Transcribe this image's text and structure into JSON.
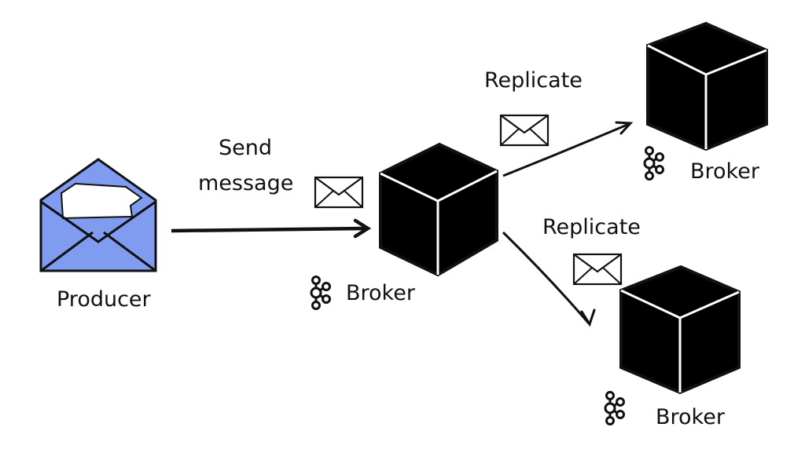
{
  "diagram": {
    "producer": {
      "label": "Producer"
    },
    "send_label_line1": "Send",
    "send_label_line2": "message",
    "replicate_label_top": "Replicate",
    "replicate_label_bottom": "Replicate",
    "brokers": [
      {
        "label": "Broker"
      },
      {
        "label": "Broker"
      },
      {
        "label": "Broker"
      }
    ]
  },
  "colors": {
    "envelope_fill": "#7f9cf0",
    "broker_fill": "#000000",
    "stroke": "#111111"
  }
}
